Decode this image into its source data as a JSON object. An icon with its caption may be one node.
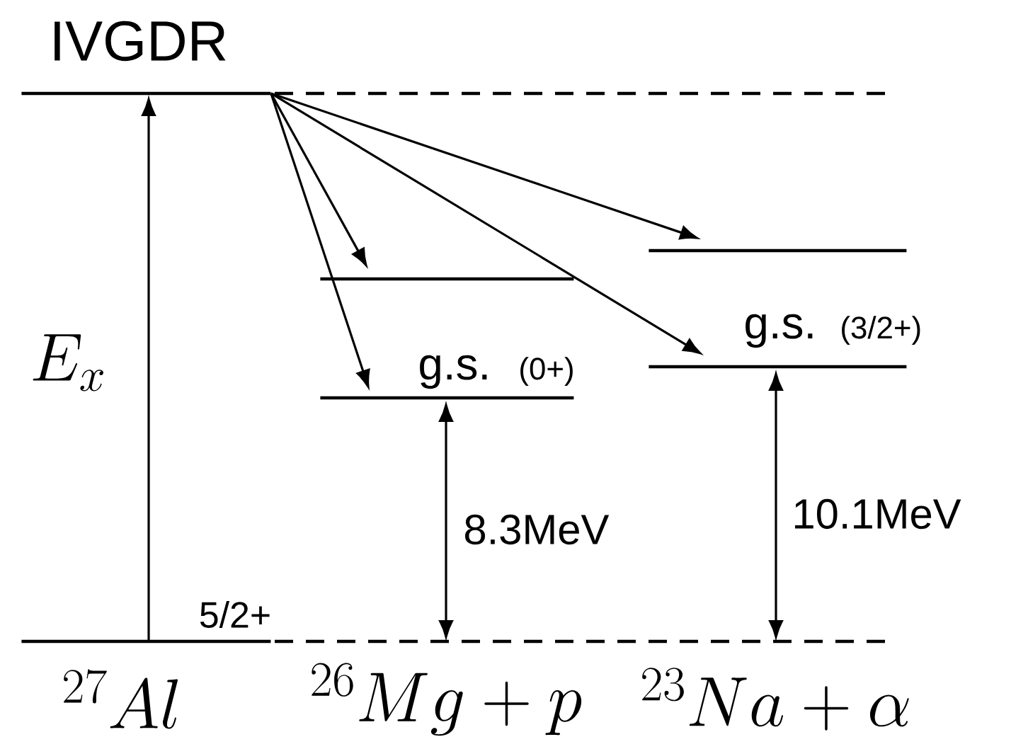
{
  "diagram": {
    "nodes": [
      {
        "text": [
          "IVGDR"
        ]
      },
      {
        "text": [
          "5/2+"
        ]
      },
      {
        "text": [],
        "shape": "bar"
      },
      {
        "text": [
          "g.s.",
          "(0+)"
        ]
      },
      {
        "text": [],
        "shape": "bar"
      },
      {
        "text": [
          "g.s.",
          "(3/2+)"
        ]
      }
    ],
    "edges": [
      {
        "from": 1,
        "to": 0,
        "arrow": "to",
        "label": "E_x"
      },
      {
        "from": 0,
        "to": 2,
        "arrow": "to"
      },
      {
        "from": 0,
        "to": 3,
        "arrow": "to"
      },
      {
        "from": 0,
        "to": 4,
        "arrow": "to"
      },
      {
        "from": 0,
        "to": 5,
        "arrow": "to"
      }
    ],
    "labels": [
      "8.3MeV",
      "10.1MeV",
      "^{27}Al",
      "^{26}Mg+p",
      "^{23}Na+\\alpha"
    ]
  }
}
